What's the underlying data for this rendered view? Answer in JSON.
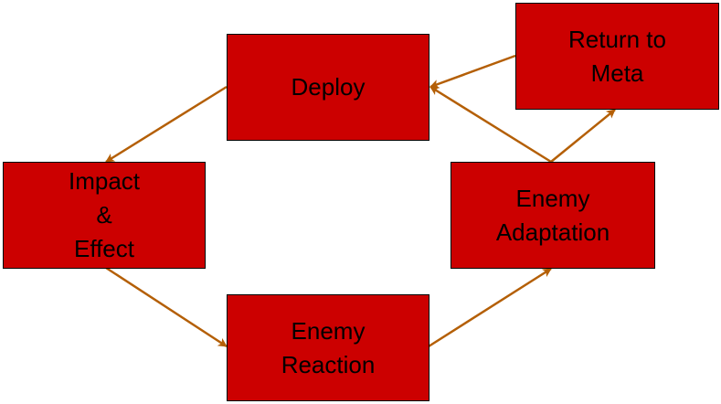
{
  "diagram": {
    "colors": {
      "box_fill": "#cc0000",
      "box_border": "#000000",
      "arrow": "#b45f06",
      "text": "#000000",
      "background": "#ffffff"
    },
    "nodes": [
      {
        "id": "deploy",
        "lines": [
          "Deploy"
        ]
      },
      {
        "id": "return-to-meta",
        "lines": [
          "Return to",
          "Meta"
        ]
      },
      {
        "id": "impact-effect",
        "lines": [
          "Impact",
          "&",
          "Effect"
        ]
      },
      {
        "id": "enemy-adaptation",
        "lines": [
          "Enemy",
          "Adaptation"
        ]
      },
      {
        "id": "enemy-reaction",
        "lines": [
          "Enemy",
          "Reaction"
        ]
      }
    ],
    "edges": [
      {
        "from": "deploy",
        "to": "impact-effect"
      },
      {
        "from": "impact-effect",
        "to": "enemy-reaction"
      },
      {
        "from": "enemy-reaction",
        "to": "enemy-adaptation"
      },
      {
        "from": "enemy-adaptation",
        "to": "deploy"
      },
      {
        "from": "enemy-adaptation",
        "to": "return-to-meta"
      },
      {
        "from": "return-to-meta",
        "to": "deploy"
      }
    ]
  }
}
